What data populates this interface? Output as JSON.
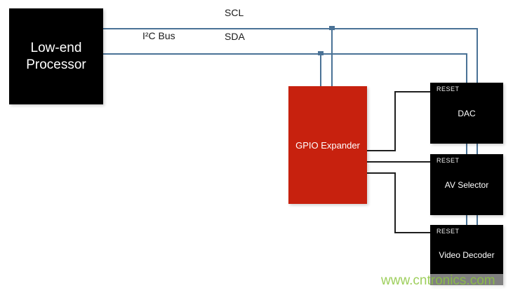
{
  "diagram": {
    "processor": {
      "label_line1": "Low-end",
      "label_line2": "Processor"
    },
    "bus": {
      "label": "I²C Bus",
      "scl": "SCL",
      "sda": "SDA"
    },
    "gpio_expander": {
      "label": "GPIO Expander"
    },
    "devices": [
      {
        "pin": "RESET",
        "name": "DAC"
      },
      {
        "pin": "RESET",
        "name": "AV Selector"
      },
      {
        "pin": "RESET",
        "name": "Video Decoder"
      }
    ],
    "watermark": "www.cntronics.com",
    "colors": {
      "bus_line": "#4a7296",
      "reset_line": "#1f1f1f",
      "device_fill": "#000000",
      "gpio_fill": "#c7210e",
      "watermark_green": "#8cc63f"
    }
  }
}
